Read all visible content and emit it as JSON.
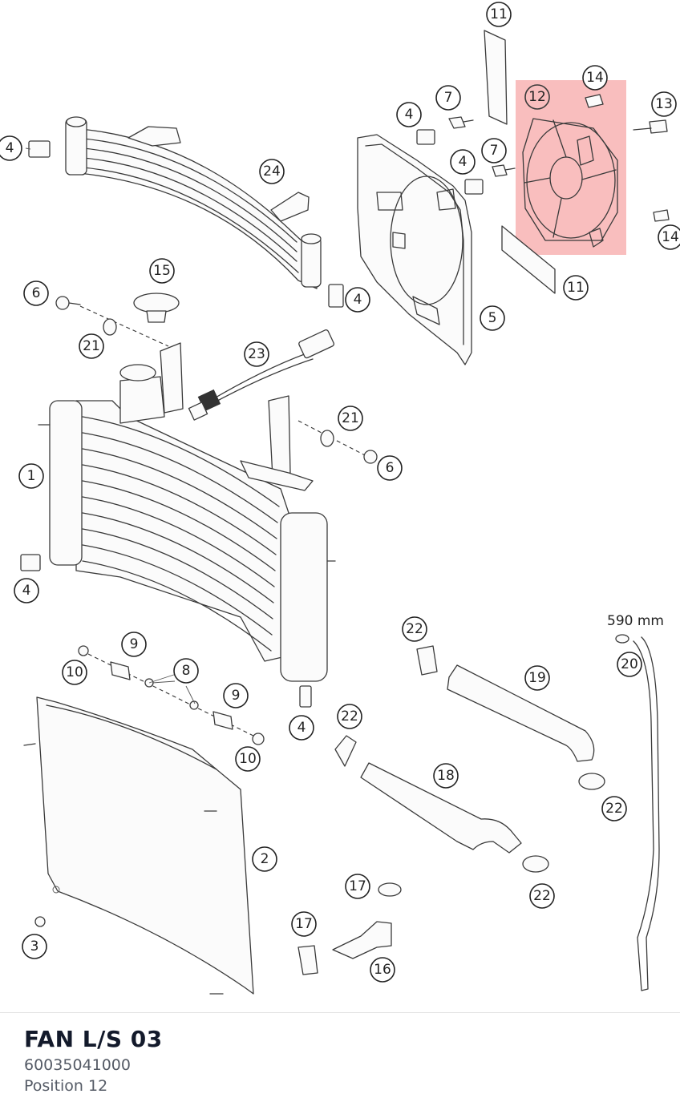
{
  "part": {
    "name": "FAN L/S 03",
    "number": "60035041000",
    "position": "Position 12"
  },
  "highlight": {
    "callout": "12",
    "color": "#f7a8a8"
  },
  "hose_length_label": "590 mm",
  "callouts": [
    "11",
    "14",
    "12",
    "13",
    "7",
    "4",
    "4",
    "7",
    "4",
    "24",
    "14",
    "4",
    "5",
    "11",
    "6",
    "15",
    "21",
    "23",
    "21",
    "6",
    "1",
    "4",
    "22",
    "20",
    "9",
    "8",
    "10",
    "19",
    "9",
    "4",
    "22",
    "10",
    "18",
    "22",
    "2",
    "22",
    "17",
    "3",
    "17",
    "16"
  ]
}
